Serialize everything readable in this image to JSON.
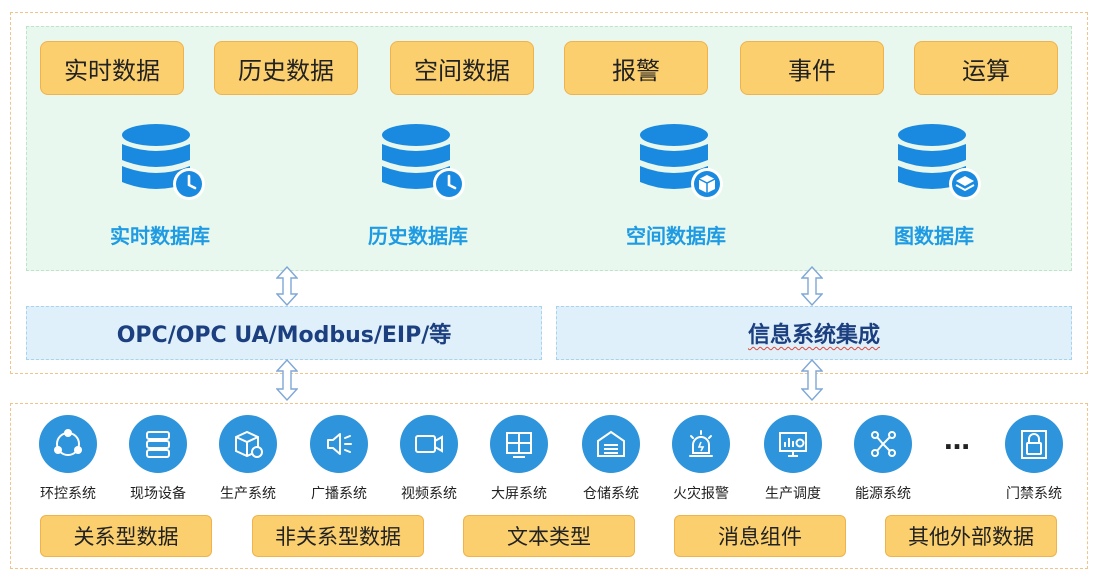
{
  "top_buttons": [
    "实时数据",
    "历史数据",
    "空间数据",
    "报警",
    "事件",
    "运算"
  ],
  "databases": [
    {
      "label": "实时数据库",
      "badge": "clock-icon"
    },
    {
      "label": "历史数据库",
      "badge": "clock-icon"
    },
    {
      "label": "空间数据库",
      "badge": "cube-icon"
    },
    {
      "label": "图数据库",
      "badge": "layers-icon"
    }
  ],
  "protocols": {
    "left": "OPC/OPC UA/Modbus/EIP/等",
    "right": "信息系统集成"
  },
  "systems": [
    {
      "label": "环控系统",
      "icon": "network-icon"
    },
    {
      "label": "现场设备",
      "icon": "server-icon"
    },
    {
      "label": "生产系统",
      "icon": "box-gear-icon"
    },
    {
      "label": "广播系统",
      "icon": "speaker-icon"
    },
    {
      "label": "视频系统",
      "icon": "camera-icon"
    },
    {
      "label": "大屏系统",
      "icon": "screen-grid-icon"
    },
    {
      "label": "仓储系统",
      "icon": "warehouse-icon"
    },
    {
      "label": "火灾报警",
      "icon": "alarm-icon"
    },
    {
      "label": "生产调度",
      "icon": "monitor-chart-icon"
    },
    {
      "label": "能源系统",
      "icon": "share-nodes-icon"
    },
    {
      "label": "门禁系统",
      "icon": "lock-icon"
    }
  ],
  "ellipsis": "…",
  "bottom_buttons": [
    "关系型数据",
    "非关系型数据",
    "文本类型",
    "消息组件",
    "其他外部数据"
  ],
  "colors": {
    "accent_blue": "#2e94db",
    "label_blue": "#1e9be3",
    "orange": "#fbcf6d",
    "green_bg": "#e9f8ee",
    "proto_bg": "#dff0fb"
  }
}
